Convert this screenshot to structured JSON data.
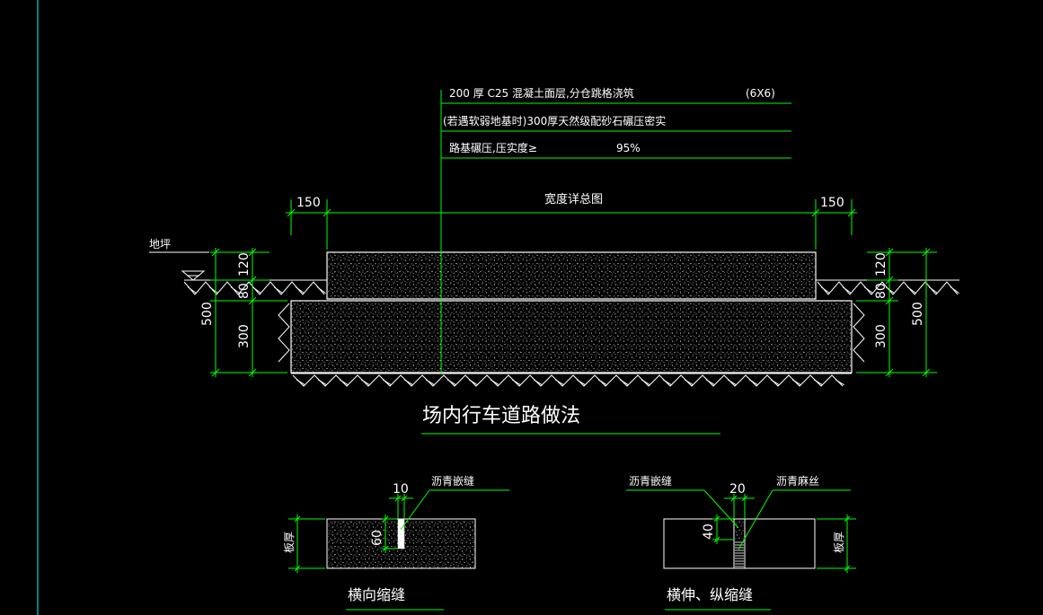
{
  "colors": {
    "background": "#000000",
    "dimension": "#00ff00",
    "outline": "#ffffff",
    "text": "#ffffff",
    "frame": "#00ffff",
    "fill_dots": "#cccccc"
  },
  "main_section": {
    "layer_callouts": [
      "200 厚  C25 混凝土面层,分仓跳格浇筑",
      "(若遇软弱地基时)300厚天然级配砂石碾压密实",
      "路基碾压,压实度≥"
    ],
    "panel_size": "(6X6)",
    "compaction_value": "95%",
    "left_offset": "150",
    "right_offset": "150",
    "width_note": "宽度详总图",
    "ground_label": "地坪",
    "left_dims": {
      "total": "500",
      "surface": "120",
      "step": "80",
      "base": "300"
    },
    "right_dims": {
      "total": "500",
      "surface": "120",
      "step": "80",
      "base": "300"
    },
    "title": "场内行车道路做法"
  },
  "detail_transverse": {
    "joint_width": "10",
    "joint_depth": "60",
    "joint_fill": "沥青嵌缝",
    "slab_label": "板厚",
    "title": "横向缩缝"
  },
  "detail_expansion": {
    "joint_width": "20",
    "joint_depth": "40",
    "joint_fill": "沥青嵌缝",
    "joint_filler": "沥青麻丝",
    "slab_label": "板厚",
    "title": "横伸、纵缩缝"
  }
}
